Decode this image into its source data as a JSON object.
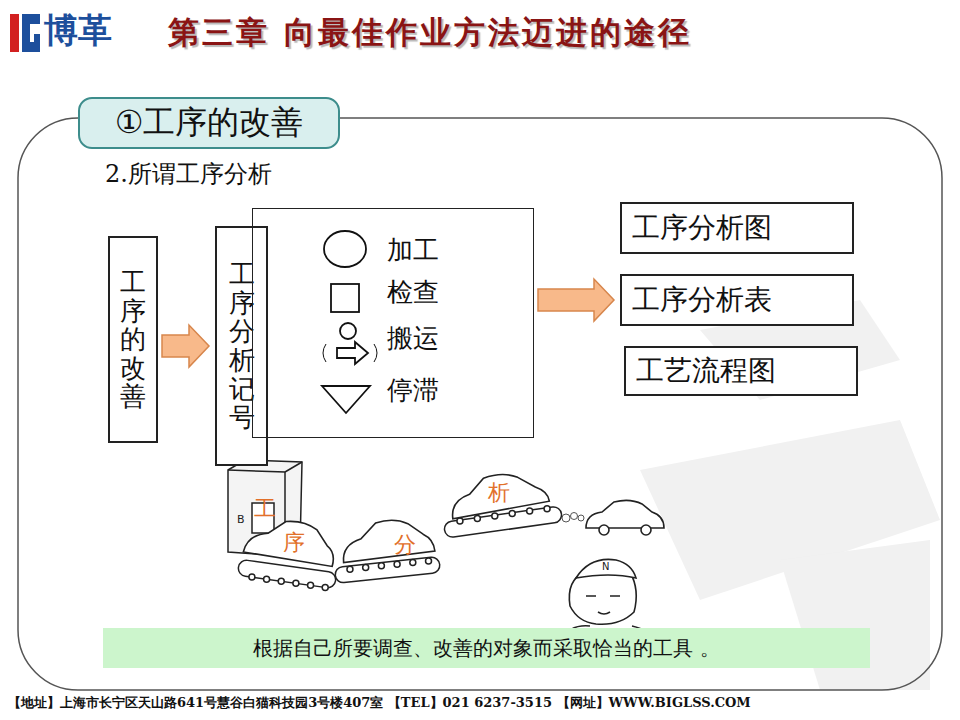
{
  "diagram": {
    "title": "第三章 向最佳作业方法迈进的途径",
    "caption": "根据自己所要调查、改善的对象而采取恰当的工具 。",
    "nodes": [
      {
        "text": [
          "①工序的改善"
        ]
      },
      {
        "text": [
          "工序的改善"
        ]
      },
      {
        "text": [
          "工序分析记号"
        ]
      },
      {
        "text": [
          "加工",
          "检查",
          "搬运",
          "停滞"
        ]
      },
      {
        "text": [
          "工序分析图"
        ]
      },
      {
        "text": [
          "工序分析表"
        ]
      },
      {
        "text": [
          "工艺流程图"
        ]
      }
    ],
    "edges": [
      {
        "from": 1,
        "to": 2,
        "arrow": "to"
      },
      {
        "from": 3,
        "to": 5,
        "arrow": "to"
      }
    ],
    "labels": [
      "博革",
      "2.所谓工序分析",
      "工",
      "序",
      "分",
      "析",
      "B",
      "N",
      "【地址】上海市长宁区天山路641号慧谷白猫科技园3号楼407室 【TEL】021 6237-3515 【网址】WWW.BIGLSS.COM"
    ]
  }
}
